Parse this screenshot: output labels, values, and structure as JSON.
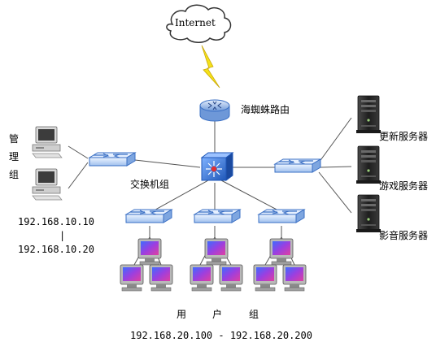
{
  "internet": {
    "label": "Internet"
  },
  "router": {
    "label": "海蜘蛛路由"
  },
  "core_switch": {
    "label": "交换机组"
  },
  "management": {
    "label_chars": [
      "管",
      "理",
      "组"
    ],
    "ip_start": "192.168.10.10",
    "ip_sep": "|",
    "ip_end": "192.168.10.20"
  },
  "servers": [
    {
      "label": "更新服务器"
    },
    {
      "label": "游戏服务器"
    },
    {
      "label": "影音服务器"
    }
  ],
  "users": {
    "label_chars": [
      "用",
      "户",
      "组"
    ],
    "ip_range": "192.168.20.100 - 192.168.20.200"
  },
  "colors": {
    "switch_fill": "#cfe0f7",
    "switch_edge": "#3a6fc4",
    "router_fill": "#a9c4ea",
    "core_fill": "#2f6fd6",
    "core_accent": "#e23030",
    "lightning": "#f5e21a",
    "line": "#555555",
    "tower": "#2b2b2b",
    "screen": "#7a4bd8"
  },
  "icons": [
    "cloud-icon",
    "lightning-icon",
    "router-icon",
    "core-switch-icon",
    "switch-icon",
    "server-tower-icon",
    "desktop-pc-icon"
  ]
}
